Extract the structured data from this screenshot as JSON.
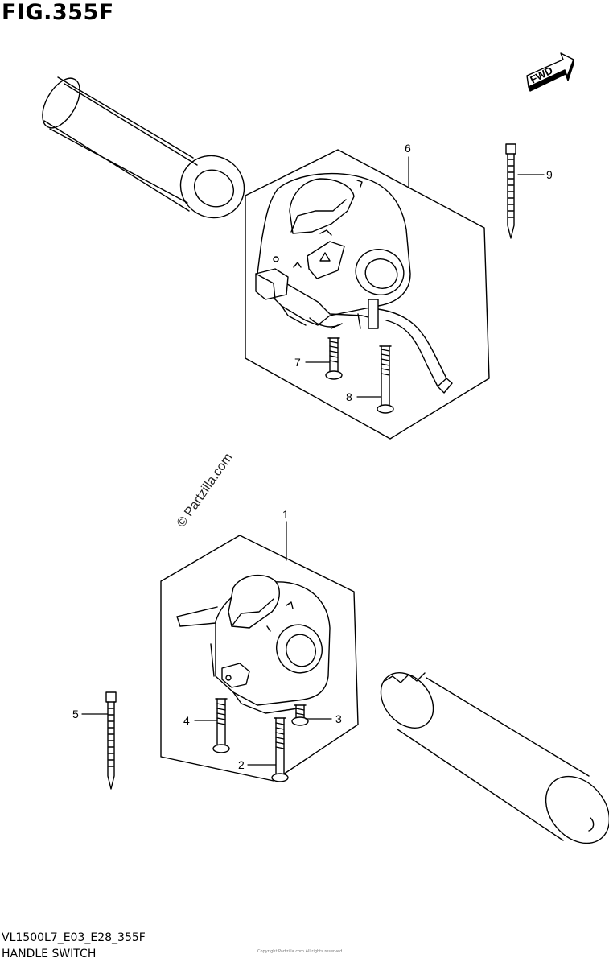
{
  "figure": {
    "title": "FIG.355F",
    "code": "VL1500L7_E03_E28_355F",
    "caption": "HANDLE SWITCH",
    "fineprint": "Copyright Partzilla.com All rights reserved",
    "watermark": "© Partzilla.com",
    "fwd_label": "FWD"
  },
  "callouts": [
    {
      "id": "1",
      "label": "1"
    },
    {
      "id": "2",
      "label": "2"
    },
    {
      "id": "3",
      "label": "3"
    },
    {
      "id": "4",
      "label": "4"
    },
    {
      "id": "5",
      "label": "5"
    },
    {
      "id": "6",
      "label": "6"
    },
    {
      "id": "7",
      "label": "7"
    },
    {
      "id": "8",
      "label": "8"
    },
    {
      "id": "9",
      "label": "9"
    }
  ]
}
